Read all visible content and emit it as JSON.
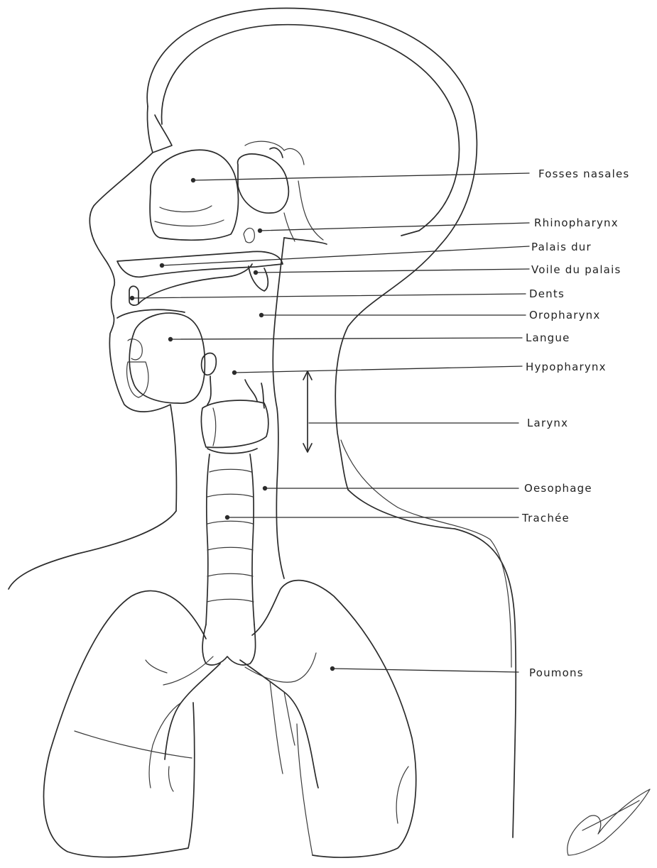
{
  "labels": {
    "fosses_nasales": "Fosses nasales",
    "rhinopharynx": "Rhinopharynx",
    "palais_dur": "Palais dur",
    "voile_du_palais": "Voile du palais",
    "dents": "Dents",
    "oropharynx": "Oropharynx",
    "langue": "Langue",
    "hypopharynx": "Hypopharynx",
    "larynx": "Larynx",
    "oesophage": "Oesophage",
    "trachee": "Trachée",
    "poumons": "Poumons"
  },
  "colors": {
    "ink": "#2b2b2b",
    "paper": "#ffffff"
  }
}
